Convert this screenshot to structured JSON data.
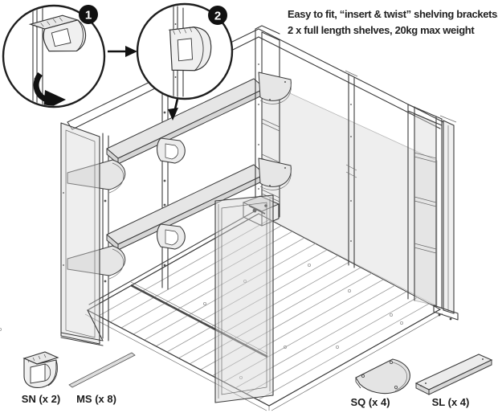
{
  "annotation": {
    "line1": "Easy to fit, “insert & twist” shelving brackets.",
    "line2": "2 x full length shelves, 20kg max weight"
  },
  "callouts": [
    {
      "number": "1",
      "meaning": "insert bracket and twist"
    },
    {
      "number": "2",
      "meaning": "bracket locked on post"
    }
  ],
  "parts": [
    {
      "code": "SN",
      "count": "x 2",
      "label": "SN (x 2)"
    },
    {
      "code": "MS",
      "count": "x 8",
      "label": "MS (x 8)"
    },
    {
      "code": "SQ",
      "count": "x 4",
      "label": "SQ (x 4)"
    },
    {
      "code": "SL",
      "count": "x 4",
      "label": "SL (x 4)"
    }
  ],
  "colors": {
    "line": "#3b3b3b",
    "shelf_fill": "#e6e6e6",
    "glazing": "#d9d9d9",
    "badge": "#111111",
    "text": "#222222"
  }
}
